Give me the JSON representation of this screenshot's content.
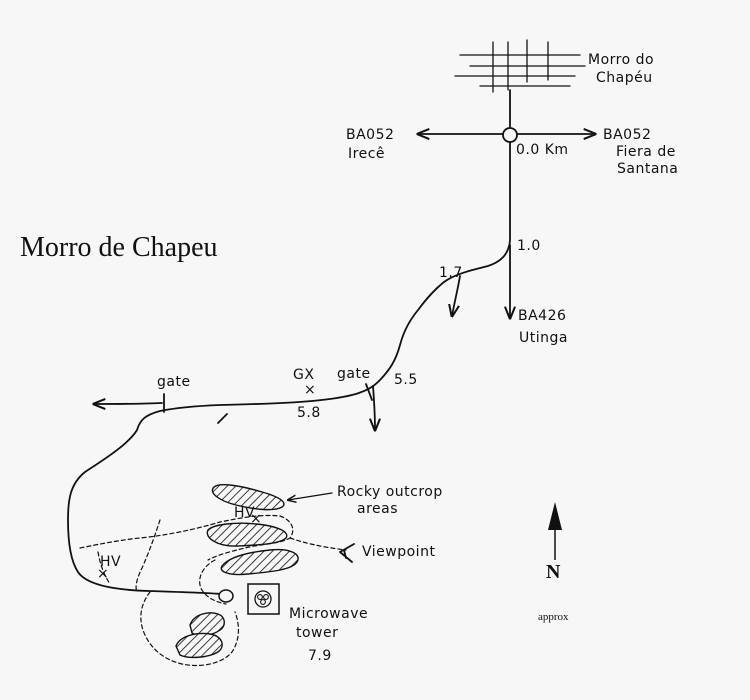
{
  "title": "Morro de Chapeu",
  "town": {
    "line1": "Morro do",
    "line2": "Chapéu"
  },
  "roads": {
    "west": {
      "code": "BA052",
      "dest": "Irecê"
    },
    "east": {
      "code": "BA052",
      "dest1": "Fiera de",
      "dest2": "Santana"
    },
    "south": {
      "code": "BA426",
      "dest": "Utinga"
    }
  },
  "distances": {
    "start": "0.0 Km",
    "d1": "1.0",
    "d2": "1.7",
    "d3": "5.5",
    "d4": "5.8",
    "d5": "7.9"
  },
  "labels": {
    "gate1": "gate",
    "gate2": "gate",
    "gx": "GX",
    "hv1": "HV",
    "hv2": "HV",
    "rocky1": "Rocky outcrop",
    "rocky2": "areas",
    "viewpoint": "Viewpoint",
    "tower1": "Microwave",
    "tower2": "tower"
  },
  "north": {
    "letter": "N",
    "note": "approx"
  }
}
